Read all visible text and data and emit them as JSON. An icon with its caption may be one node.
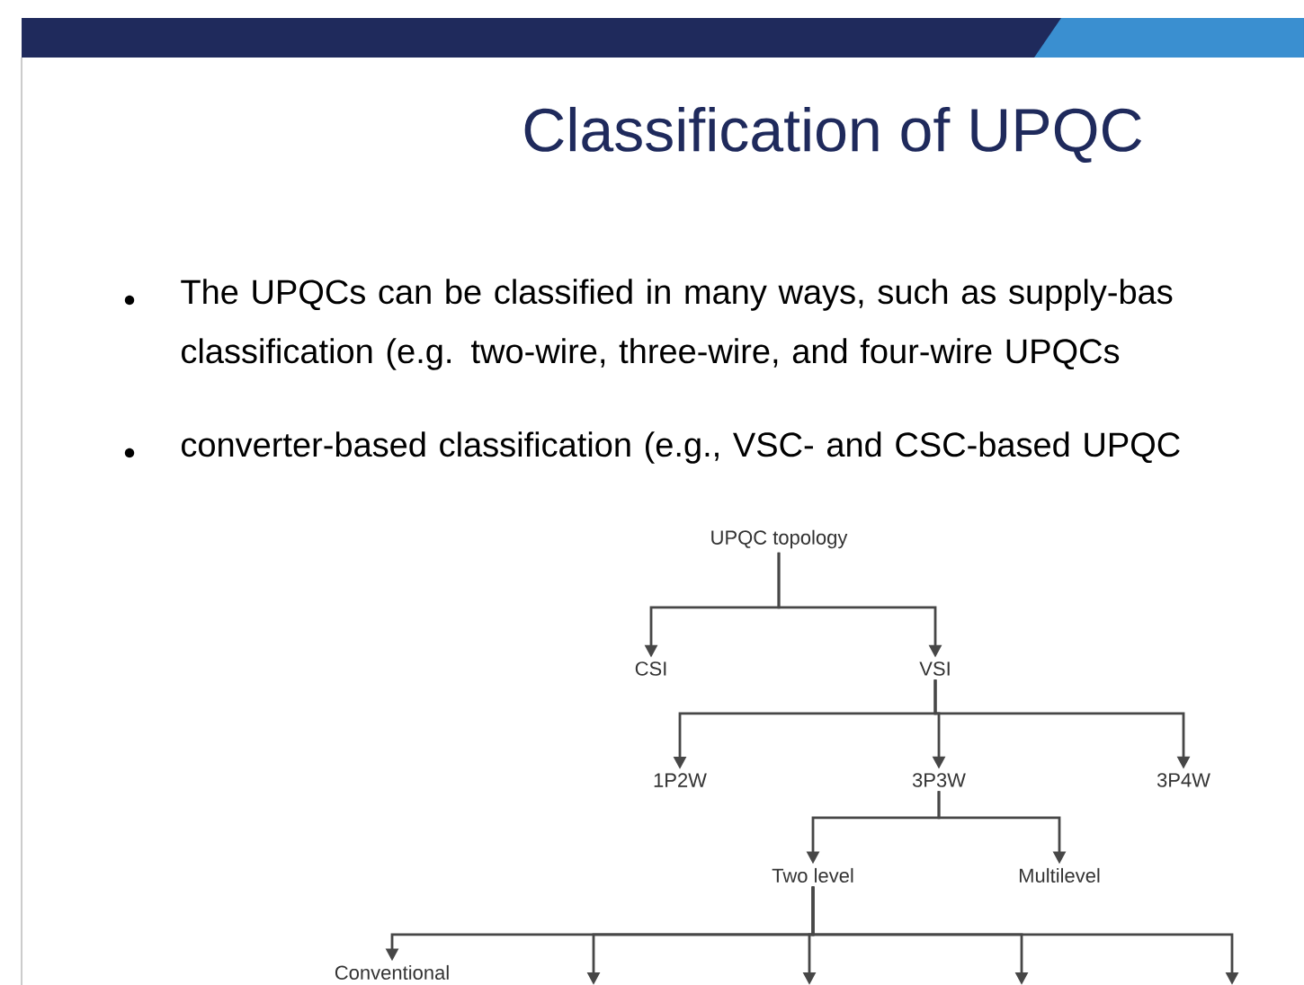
{
  "diagram": {
    "title": "Classification of UPQC",
    "nodes": [
      {
        "text": [
          "UPQC topology"
        ]
      },
      {
        "text": [
          "CSI"
        ]
      },
      {
        "text": [
          "VSI"
        ]
      },
      {
        "text": [
          "1P2W"
        ]
      },
      {
        "text": [
          "3P3W"
        ]
      },
      {
        "text": [
          "3P4W"
        ]
      },
      {
        "text": [
          "Two level"
        ]
      },
      {
        "text": [
          "Multilevel"
        ]
      },
      {
        "text": [
          "Conventional"
        ]
      }
    ],
    "edges": [
      {
        "from": 0,
        "to": 1,
        "arrow": "to"
      },
      {
        "from": 0,
        "to": 2,
        "arrow": "to"
      },
      {
        "from": 2,
        "to": 3,
        "arrow": "to"
      },
      {
        "from": 2,
        "to": 4,
        "arrow": "to"
      },
      {
        "from": 2,
        "to": 5,
        "arrow": "to"
      },
      {
        "from": 4,
        "to": 6,
        "arrow": "to"
      },
      {
        "from": 4,
        "to": 7,
        "arrow": "to"
      },
      {
        "from": 6,
        "to": 8,
        "arrow": "to"
      },
      {
        "from": 6,
        "to": null,
        "arrow": "to"
      },
      {
        "from": 6,
        "to": null,
        "arrow": "to"
      },
      {
        "from": 6,
        "to": null,
        "arrow": "to"
      },
      {
        "from": 6,
        "to": null,
        "arrow": "to"
      }
    ],
    "labels": [
      "The UPQCs can be classified in many ways, such as supply-bas classification (e.g. two-wire, three-wire, and four-wire UPQCs",
      "converter-based classification (e.g., VSC- and CSC-based UPQC"
    ]
  }
}
